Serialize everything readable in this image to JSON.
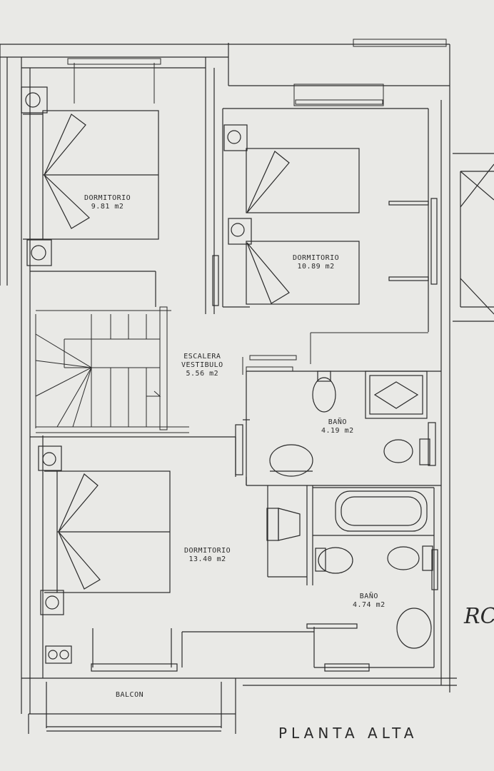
{
  "plan": {
    "title": "PLANTA ALTA",
    "stamp": "RC",
    "colors": {
      "paper": "#e9e9e6",
      "ink": "#2a2a2a"
    },
    "rooms": {
      "dormitorio_1": {
        "name": "DORMITORIO",
        "area": "9.81 m2"
      },
      "dormitorio_2": {
        "name": "DORMITORIO",
        "area": "10.89 m2"
      },
      "escalera": {
        "name": "ESCALERA",
        "subname": "VESTIBULO",
        "area": "5.56 m2"
      },
      "bano_1": {
        "name": "BAÑO",
        "area": "4.19 m2"
      },
      "dormitorio_3": {
        "name": "DORMITORIO",
        "area": "13.40 m2"
      },
      "bano_2": {
        "name": "BAÑO",
        "area": "4.74 m2"
      },
      "balcon": {
        "name": "BALCON"
      }
    }
  }
}
